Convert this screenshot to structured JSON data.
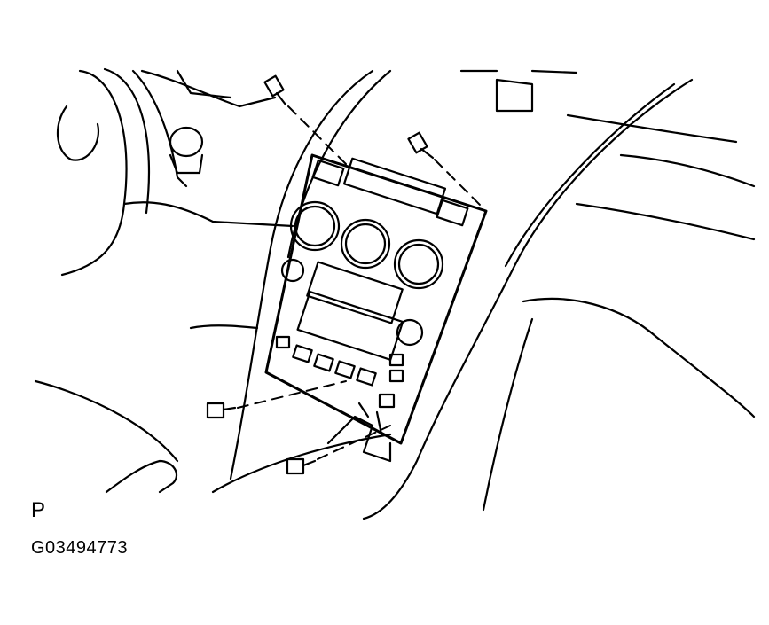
{
  "figure": {
    "subject": "center-cluster-finish-panel-removal",
    "view_label": "P",
    "figure_id": "G03494773",
    "screws": [
      {
        "position": "upper-left"
      },
      {
        "position": "upper-right"
      },
      {
        "position": "lower-left"
      },
      {
        "position": "lower-center"
      }
    ],
    "colors": {
      "line": "#000000",
      "background": "#ffffff"
    }
  }
}
